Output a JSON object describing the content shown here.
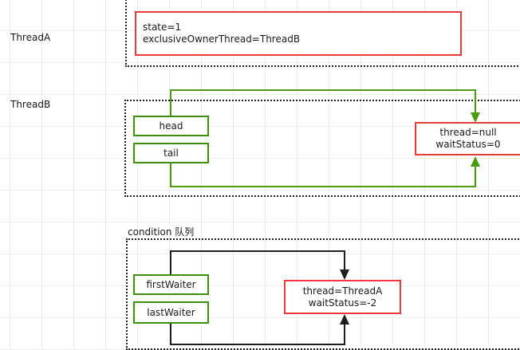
{
  "thread_a": {
    "label": "ThreadA",
    "lock_box": {
      "line1": "state=1",
      "line2": "exclusiveOwnerThread=ThreadB"
    }
  },
  "thread_b": {
    "label": "ThreadB",
    "head_label": "head",
    "tail_label": "tail",
    "node": {
      "line1": "thread=null",
      "line2": "waitStatus=0"
    }
  },
  "condition": {
    "label": "condition 队列",
    "first_waiter_label": "firstWaiter",
    "last_waiter_label": "lastWaiter",
    "node": {
      "line1": "thread=ThreadA",
      "line2": "waitStatus=-2"
    }
  },
  "colors": {
    "green": "#3d8f0d",
    "red": "#ea3b3b",
    "dark": "#1f1f1f"
  }
}
